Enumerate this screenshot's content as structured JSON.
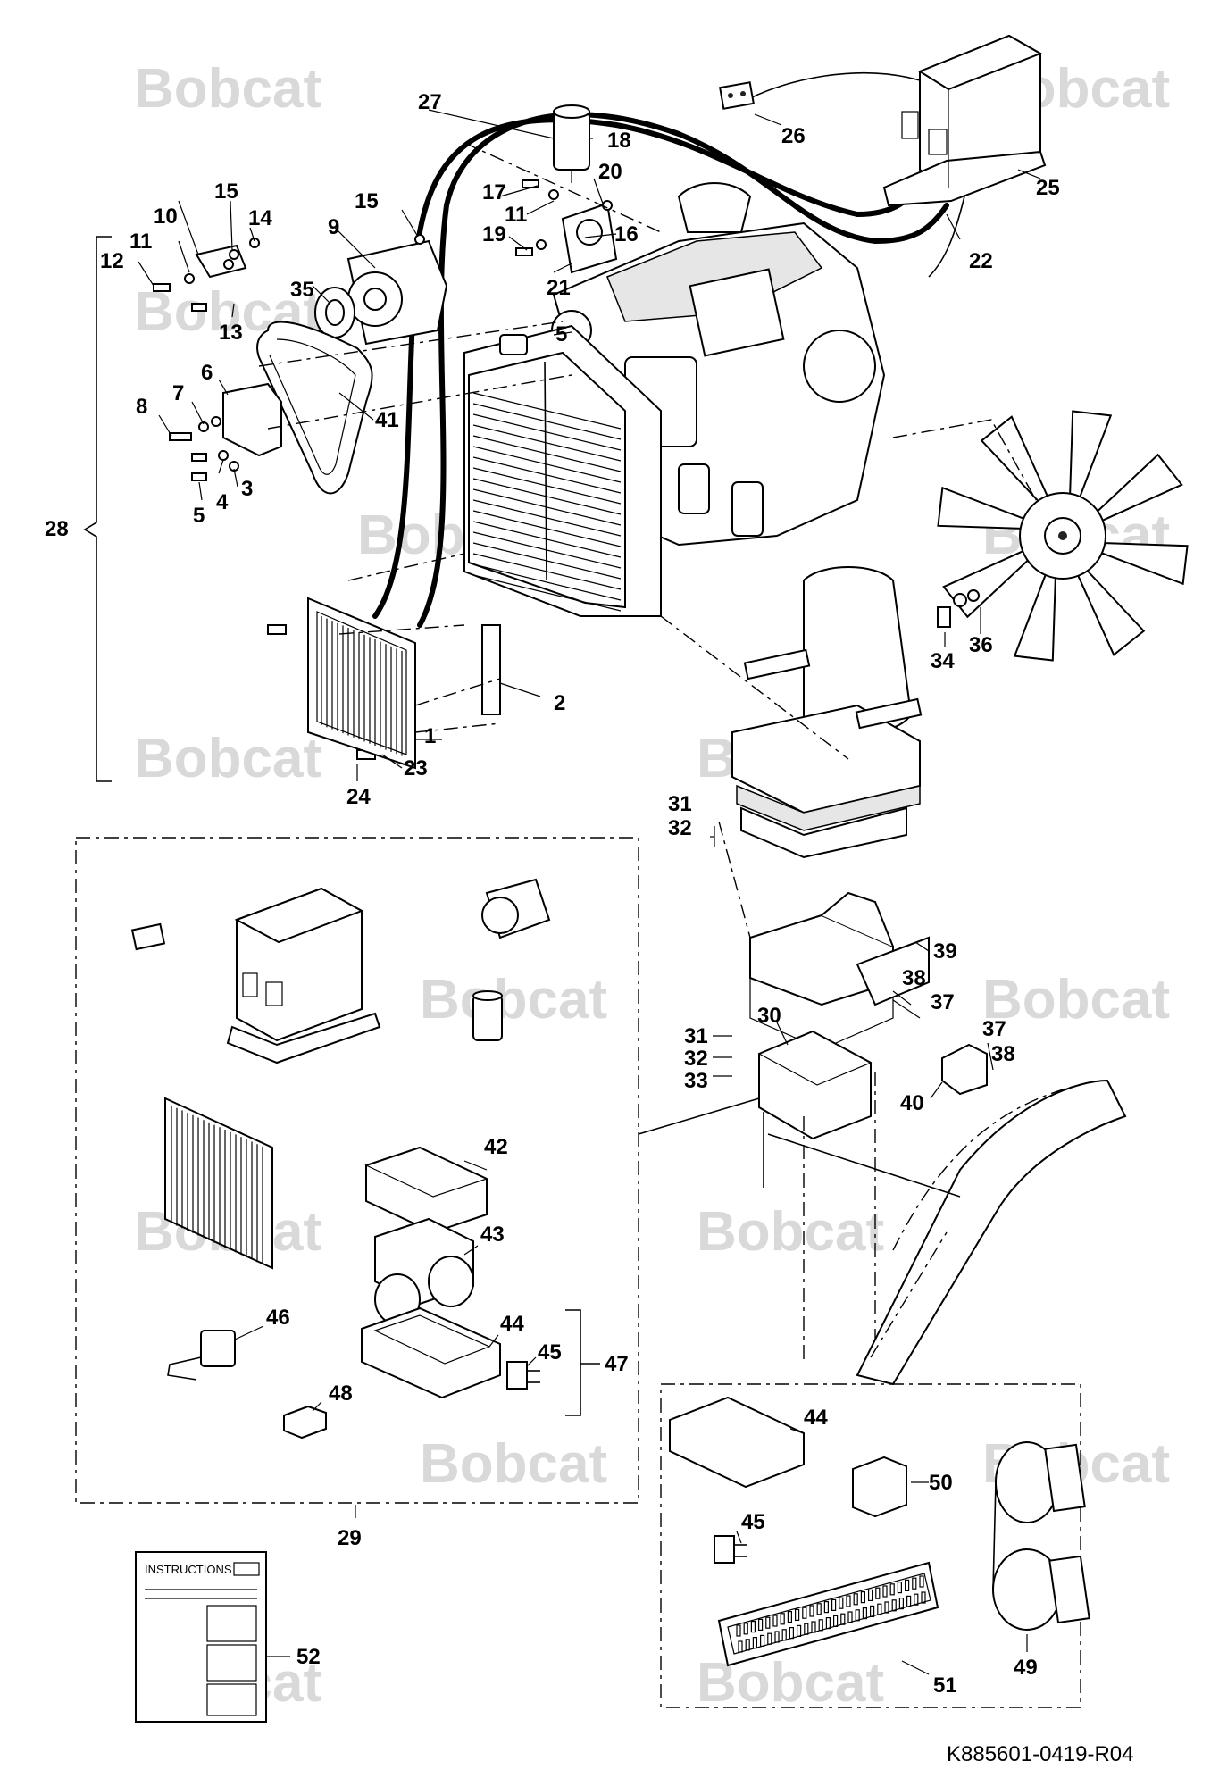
{
  "watermark": {
    "brand": "Bobcat"
  },
  "document_id": "K885601-0419-R04",
  "instructions_title": "INSTRUCTIONS",
  "labels": {
    "p1": "1",
    "p2": "2",
    "p3": "3",
    "p4": "4",
    "p5": "5",
    "p5b": "5",
    "p6": "6",
    "p7": "7",
    "p8": "8",
    "p9": "9",
    "p10": "10",
    "p11": "11",
    "p11b": "11",
    "p12": "12",
    "p13": "13",
    "p14": "14",
    "p15": "15",
    "p15b": "15",
    "p16": "16",
    "p17": "17",
    "p18": "18",
    "p19": "19",
    "p20": "20",
    "p21": "21",
    "p22": "22",
    "p23": "23",
    "p24": "24",
    "p25": "25",
    "p26": "26",
    "p27": "27",
    "p28": "28",
    "p29": "29",
    "p30": "30",
    "p31": "31",
    "p31b": "31",
    "p32": "32",
    "p32b": "32",
    "p33": "33",
    "p34": "34",
    "p35": "35",
    "p36": "36",
    "p37": "37",
    "p37b": "37",
    "p38": "38",
    "p38b": "38",
    "p39": "39",
    "p40": "40",
    "p41": "41",
    "p42": "42",
    "p43": "43",
    "p44": "44",
    "p44b": "44",
    "p45": "45",
    "p45b": "45",
    "p46": "46",
    "p47": "47",
    "p48": "48",
    "p49": "49",
    "p50": "50",
    "p51": "51",
    "p52": "52"
  }
}
